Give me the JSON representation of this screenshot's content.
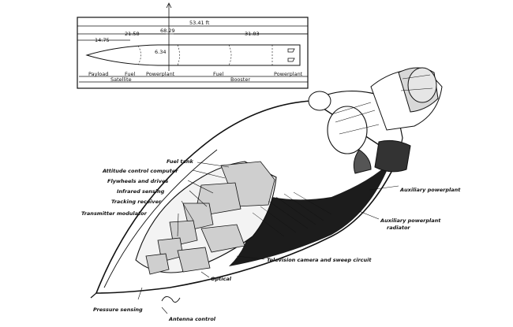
{
  "dimensions": {
    "total": "53.41 ft",
    "d1": "68.29",
    "d2": "21.58",
    "d3": "31.83",
    "d4": "14.75",
    "d5": "6.34"
  },
  "sections": {
    "payload": "Payload",
    "fuel1": "Fuel",
    "powerplant1": "Powerplant",
    "fuel2": "Fuel",
    "powerplant2": "Powerplant",
    "satellite": "Satellite",
    "booster": "Booster"
  },
  "callouts": {
    "fuel_tank": "Fuel tank",
    "attitude": "Attitude control computer",
    "flywheels": "Flywheels and drives",
    "infrared": "Infrared sensing",
    "tracking": "Tracking receiver",
    "transmitter": "Transmitter modulator",
    "aux_powerplant": "Auxiliary powerplant",
    "aux_radiator_1": "Auxiliary powerplant",
    "aux_radiator_2": "radiator",
    "television": "Television camera and sweep circuit",
    "optical": "Optical",
    "pressure": "Pressure sensing",
    "antenna": "Antenna control"
  }
}
